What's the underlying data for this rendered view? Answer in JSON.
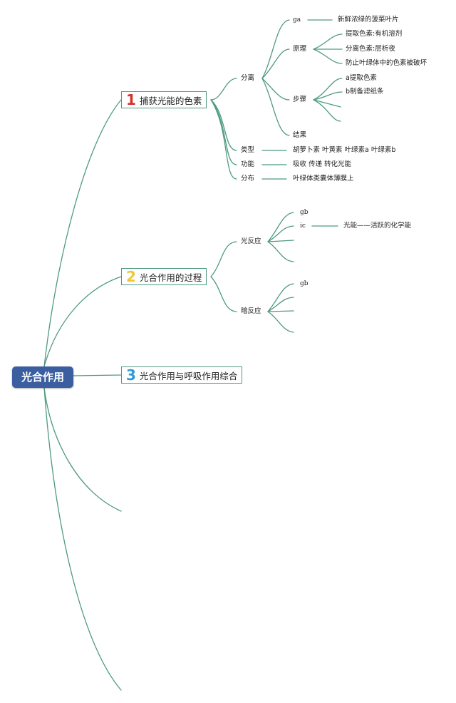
{
  "root": {
    "label": "光合作用"
  },
  "colors": {
    "line": "#4e9a80",
    "root": "#3a5ea0",
    "num1": "#d6312a",
    "num2": "#f3c535",
    "num3": "#2d9ad6"
  },
  "topics": [
    {
      "number": "1",
      "title": "捕获光能的色素",
      "branches": [
        {
          "label": "分离",
          "children": [
            {
              "label": "ga",
              "leaf": "新鲜浓绿的菠菜叶片"
            },
            {
              "label": "原理",
              "items": [
                "提取色素:有机溶剂",
                "分离色素:层析夜",
                "防止叶绿体中的色素被破坏"
              ]
            },
            {
              "label": "步骤",
              "items": [
                "a提取色素",
                "b制备滤纸条"
              ]
            },
            {
              "label": "结果"
            }
          ]
        },
        {
          "label": "类型",
          "leaf": "胡萝卜素 叶黄素 叶绿素a 叶绿素b"
        },
        {
          "label": "功能",
          "leaf": "吸收 传递 转化光能"
        },
        {
          "label": "分布",
          "leaf": "叶绿体类囊体薄膜上"
        }
      ]
    },
    {
      "number": "2",
      "title": "光合作用的过程",
      "branches": [
        {
          "label": "光反应",
          "children": [
            {
              "label": "gb"
            },
            {
              "label": "ic",
              "leaf": "光能——活跃的化学能"
            }
          ]
        },
        {
          "label": "暗反应",
          "children": [
            {
              "label": "gb"
            }
          ]
        }
      ]
    },
    {
      "number": "3",
      "title": "光合作用与呼吸作用综合"
    }
  ]
}
